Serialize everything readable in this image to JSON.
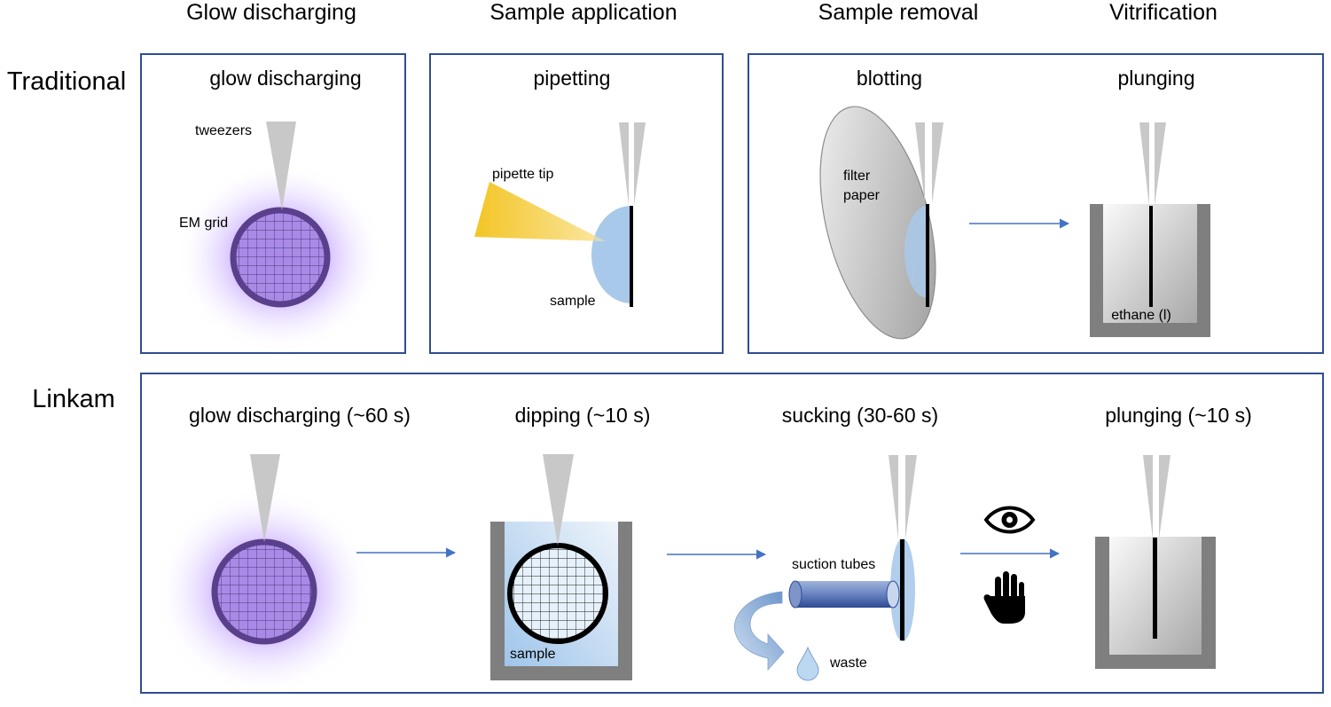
{
  "columns": [
    "Glow discharging",
    "Sample application",
    "Sample removal",
    "Vitrification"
  ],
  "rows": {
    "traditional": {
      "label": "Traditional",
      "steps": [
        "glow discharging",
        "pipetting",
        "blotting",
        "plunging"
      ],
      "labels": {
        "tweezers": "tweezers",
        "em_grid": "EM grid",
        "pipette_tip": "pipette tip",
        "sample": "sample",
        "filter_paper_1": "filter",
        "filter_paper_2": "paper",
        "ethane": "ethane (l)"
      }
    },
    "linkam": {
      "label": "Linkam",
      "steps": [
        "glow discharging (~60 s)",
        "dipping (~10 s)",
        "sucking (30-60 s)",
        "plunging (~10 s)"
      ],
      "labels": {
        "sample": "sample",
        "suction_tubes": "suction tubes",
        "waste": "waste"
      },
      "icons": [
        "eye-icon",
        "hand-icon"
      ]
    }
  },
  "colors": {
    "panel_border": "#2f4e91",
    "arrow": "#4472c4",
    "grid_ring": "#5a3f8c",
    "grid_fill": "#a98ae6",
    "sample_blue": "#a9c9ea"
  }
}
